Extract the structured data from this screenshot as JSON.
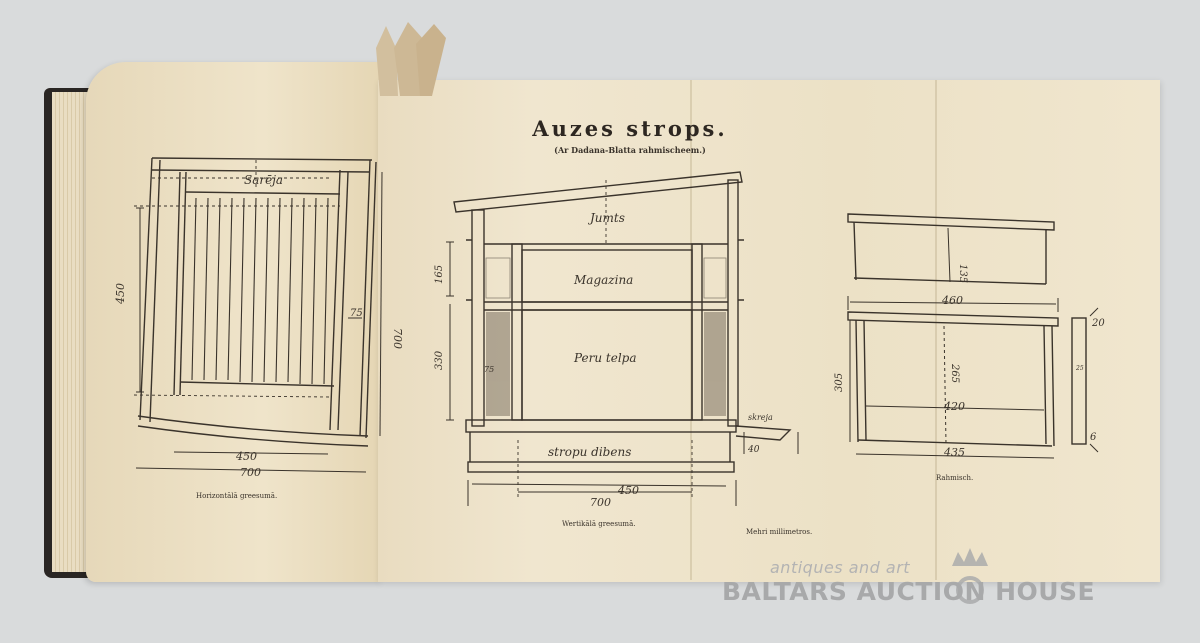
{
  "plate": {
    "title": "Auzes strops.",
    "subtitle": "(Ar Dadana-Blatta rahmischeem.)"
  },
  "left_figure": {
    "label_top": "Sarēja",
    "dim_height_inner": "450",
    "dim_height_outer": "700",
    "dim_side": "75",
    "dim_width_inner": "450",
    "dim_width_outer": "700",
    "caption": "Horizontālā greesumā."
  },
  "center_figure": {
    "label_roof": "Jumts",
    "label_magazine": "Magazina",
    "label_brood": "Peru telpa",
    "label_bottom": "stropu dibens",
    "label_entrance": "skreja",
    "dim_magazine": "165",
    "dim_brood": "330",
    "dim_wall": "75",
    "dim_inner": "450",
    "dim_outer": "700",
    "dim_board": "40",
    "caption": "Wertikālā greesumā.",
    "units_note": "Mehri millimetros."
  },
  "right_figure": {
    "dim_top_frame": "135",
    "dim_width": "460",
    "dim_outer_height": "305",
    "dim_inner_height": "265",
    "dim_inner_width": "420",
    "dim_bottom_width": "435",
    "dim_thick_top": "20",
    "dim_thick_mid": "25",
    "dim_thick_bottom": "6",
    "caption": "Rahmisch."
  },
  "watermark": {
    "line1": "antiques and art",
    "line2": "BALTARS AUCTION HOUSE"
  },
  "colors": {
    "background": "#d9dbdc",
    "paper": "#efe4ca",
    "ink": "#3a332b",
    "cover": "#2a2624",
    "watermark": "#a8a9aa"
  }
}
